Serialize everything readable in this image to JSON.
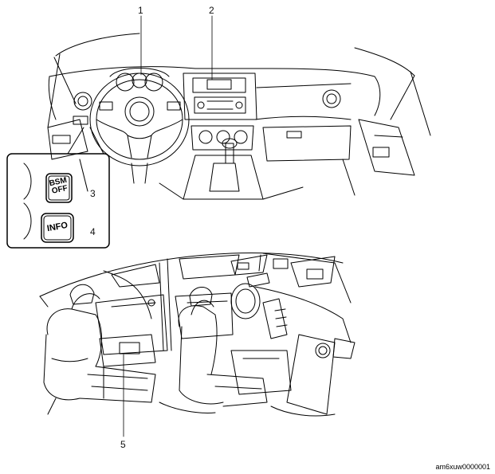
{
  "callouts": {
    "c1": "1",
    "c2": "2",
    "c3": "3",
    "c4": "4",
    "c5": "5"
  },
  "buttons": {
    "bsm_line1": "BSM",
    "bsm_line2": "OFF",
    "info": "INFO"
  },
  "figure_code": "am6xuw0000001"
}
